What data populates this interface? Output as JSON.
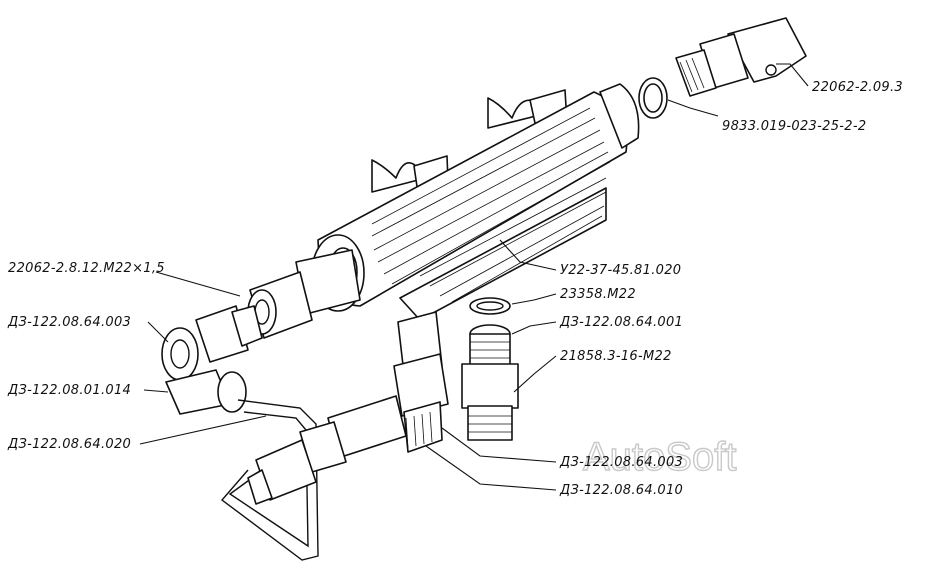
{
  "diagram": {
    "watermark": "AutoSoft",
    "labels": [
      {
        "id": "lbl-22062-2-09-3",
        "text": "22062-2.09.3"
      },
      {
        "id": "lbl-9833",
        "text": "9833.019-023-25-2-2"
      },
      {
        "id": "lbl-u22",
        "text": "У22-37-45.81.020"
      },
      {
        "id": "lbl-23358",
        "text": "23358.М22"
      },
      {
        "id": "lbl-d3-064-001",
        "text": "ДЗ-122.08.64.001"
      },
      {
        "id": "lbl-21858",
        "text": "21858.3-16-М22"
      },
      {
        "id": "lbl-d3-064-003-right",
        "text": "ДЗ-122.08.64.003"
      },
      {
        "id": "lbl-d3-064-010",
        "text": "ДЗ-122.08.64.010"
      },
      {
        "id": "lbl-22062-2-8-12",
        "text": "22062-2.8.12.М22×1,5"
      },
      {
        "id": "lbl-d3-064-003-left",
        "text": "ДЗ-122.08.64.003"
      },
      {
        "id": "lbl-d3-01-014",
        "text": "ДЗ-122.08.01.014"
      },
      {
        "id": "lbl-d3-064-020",
        "text": "ДЗ-122.08.64.020"
      }
    ]
  }
}
